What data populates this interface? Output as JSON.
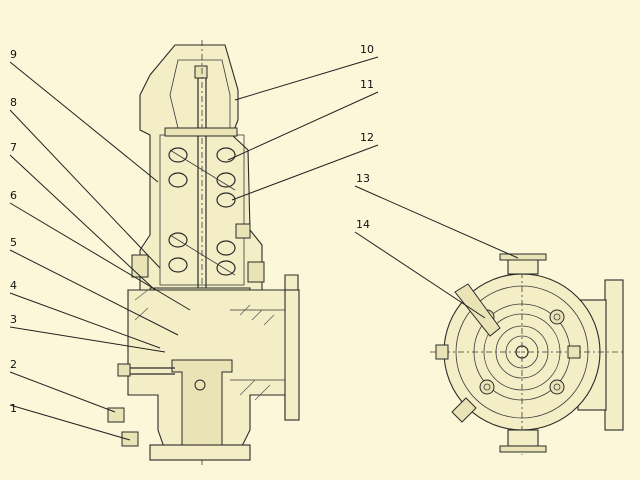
{
  "callouts": {
    "c1": "1",
    "c2": "2",
    "c3": "3",
    "c4": "4",
    "c5": "5",
    "c6": "6",
    "c7": "7",
    "c8": "8",
    "c9": "9",
    "c10": "10",
    "c11": "11",
    "c12": "12",
    "c13": "13",
    "c14": "14"
  },
  "colors": {
    "background": "#fbf7d8",
    "line": "#2b2b2b"
  }
}
